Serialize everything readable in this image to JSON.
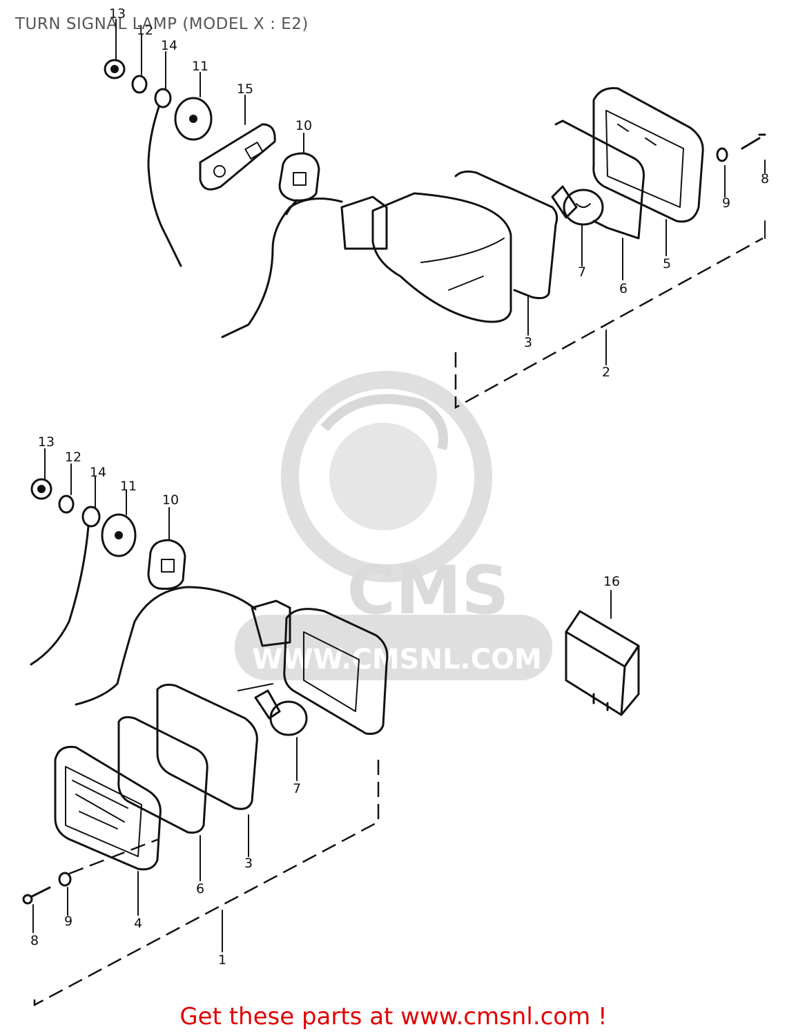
{
  "title": "TURN SIGNAL LAMP (MODEL X : E2)",
  "footer": "Get these parts at www.cmsnl.com !",
  "watermark": {
    "brand": "CMS",
    "url": "WWW.CMSNL.COM",
    "color": "#d8d8d8"
  },
  "callouts": {
    "u13": "13",
    "u12": "12",
    "u14": "14",
    "u11": "11",
    "u15": "15",
    "u10": "10",
    "u8": "8",
    "u9": "9",
    "u5": "5",
    "u7": "7",
    "u6": "6",
    "u3": "3",
    "u2": "2",
    "l13": "13",
    "l12": "12",
    "l14": "14",
    "l11": "11",
    "l10": "10",
    "l16": "16",
    "l7": "7",
    "l3": "3",
    "l6": "6",
    "l4": "4",
    "l9": "9",
    "l8": "8",
    "l1": "1"
  },
  "colors": {
    "title": "#555555",
    "footer": "#e00000",
    "ink": "#111111"
  }
}
